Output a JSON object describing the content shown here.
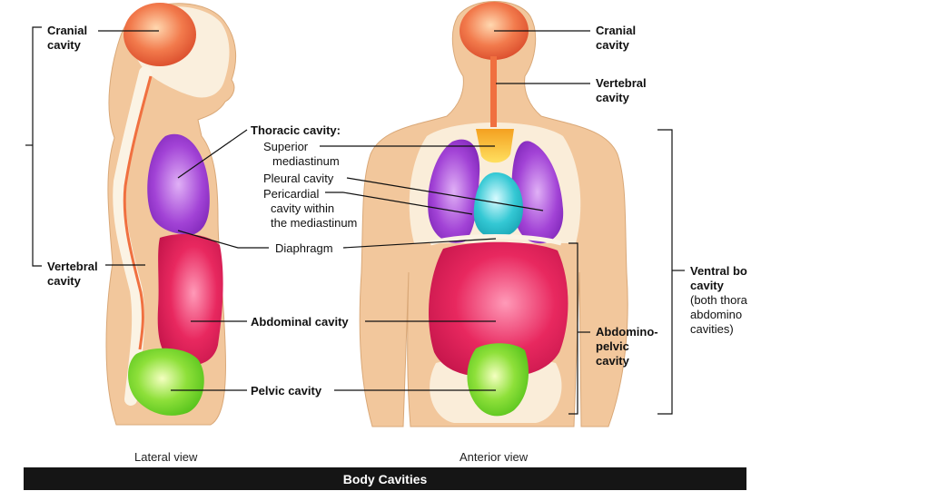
{
  "labels": {
    "cranial_left": [
      "Cranial",
      "cavity"
    ],
    "vertebral_left": [
      "Vertebral",
      "cavity"
    ],
    "thoracic_title": "Thoracic cavity:",
    "superior": [
      "Superior",
      "mediastinum"
    ],
    "pleural": "Pleural cavity",
    "pericardial": [
      "Pericardial",
      "cavity within",
      "the mediastinum"
    ],
    "diaphragm": "Diaphragm",
    "abdominal": "Abdominal cavity",
    "pelvic": "Pelvic cavity",
    "cranial_right": [
      "Cranial",
      "cavity"
    ],
    "vertebral_right": [
      "Vertebral",
      "cavity"
    ],
    "abdominopelvic": [
      "Abdomino-",
      "pelvic",
      "cavity"
    ],
    "ventral": [
      "Ventral bo",
      "cavity",
      "(both thora",
      "abdomino",
      "cavities)"
    ]
  },
  "views": {
    "lateral": "Lateral view",
    "anterior": "Anterior view"
  },
  "footer": "Body Cavities",
  "colors": {
    "skin": "#f2c79c",
    "bone": "#fbf3e4",
    "cranial": "#f0643c",
    "thoracic": "#9b3ccf",
    "mediastinum": "#f59a1d",
    "pericardial": "#2ec4cf",
    "abdominal": "#e41f5c",
    "pelvic": "#72d628",
    "spinal": "#f07040",
    "text": "#111111",
    "footer_bg": "#151515"
  }
}
